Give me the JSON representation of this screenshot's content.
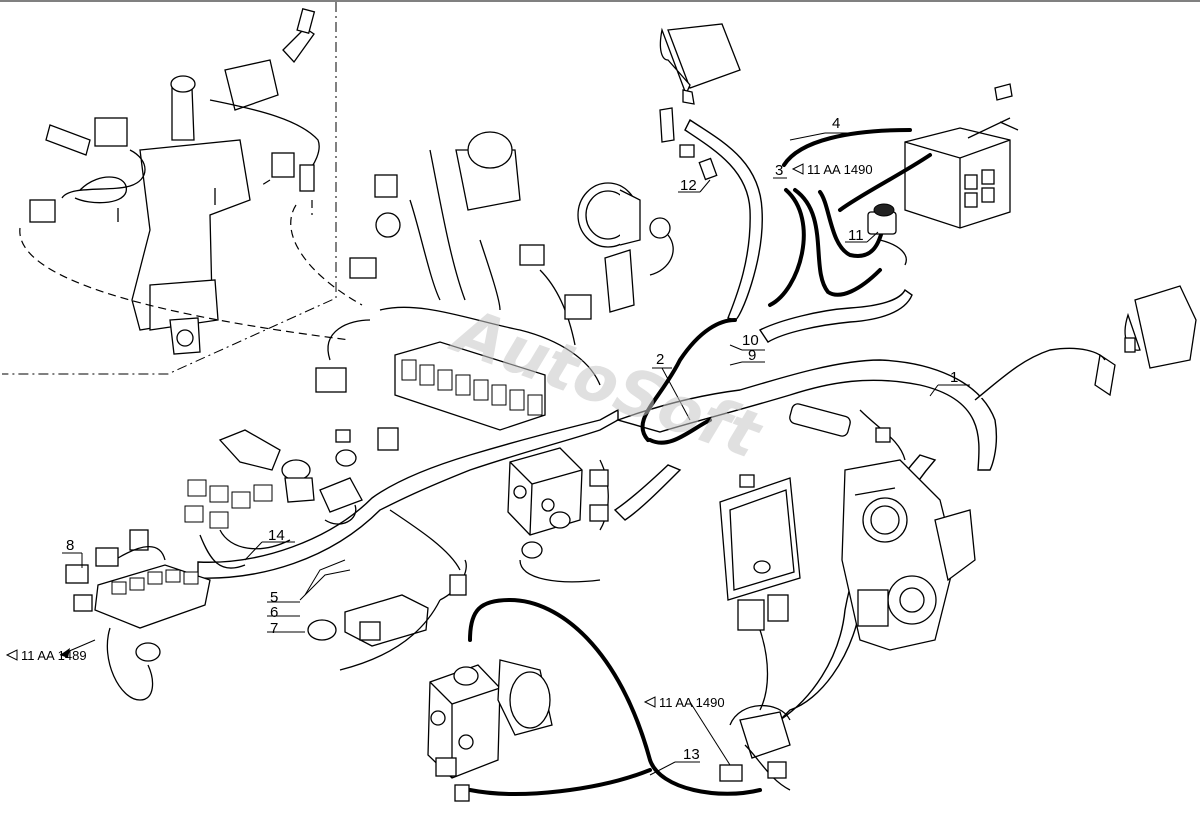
{
  "watermark": "AutoSoft",
  "callouts": {
    "c1": "1",
    "c2": "2",
    "c3": "3",
    "c4": "4",
    "c5": "5",
    "c6": "6",
    "c7": "7",
    "c8": "8",
    "c9": "9",
    "c10": "10",
    "c11": "11",
    "c12": "12",
    "c13": "13",
    "c14": "14"
  },
  "references": {
    "ref_top": "11 AA 1490",
    "ref_left": "11 AA 1489",
    "ref_bottom": "11 AA 1490"
  }
}
